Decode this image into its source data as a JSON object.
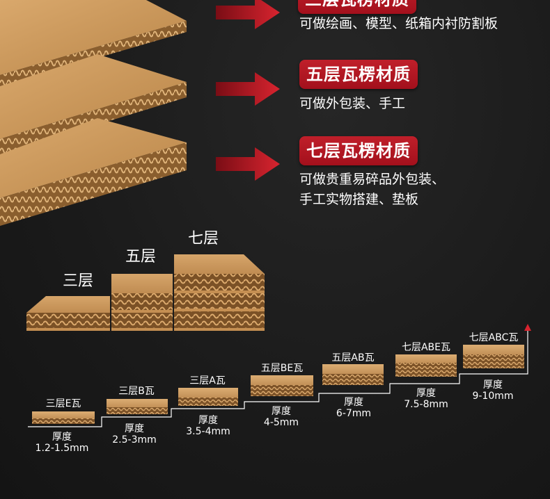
{
  "sections": [
    {
      "title": "三层瓦楞材质",
      "desc_lines": [
        "可做绘画、模型、纸箱内衬防割板"
      ]
    },
    {
      "title": "五层瓦楞材质",
      "desc_lines": [
        "可做外包装、手工"
      ]
    },
    {
      "title": "七层瓦楞材质",
      "desc_lines": [
        "可做贵重易碎品外包装、",
        "手工实物搭建、垫板"
      ]
    }
  ],
  "layers": {
    "three": "三层",
    "five": "五层",
    "seven": "七层"
  },
  "flutes": [
    {
      "name": "三层E瓦",
      "thickness_label": "厚度",
      "thickness": "1.2-1.5mm"
    },
    {
      "name": "三层B瓦",
      "thickness_label": "厚度",
      "thickness": "2.5-3mm"
    },
    {
      "name": "三层A瓦",
      "thickness_label": "厚度",
      "thickness": "3.5-4mm"
    },
    {
      "name": "五层BE瓦",
      "thickness_label": "厚度",
      "thickness": "4-5mm"
    },
    {
      "name": "五层AB瓦",
      "thickness_label": "厚度",
      "thickness": "6-7mm"
    },
    {
      "name": "七层ABE瓦",
      "thickness_label": "厚度",
      "thickness": "7.5-8mm"
    },
    {
      "name": "七层ABC瓦",
      "thickness_label": "厚度",
      "thickness": "9-10mm"
    }
  ],
  "colors": {
    "accent": "#b3141f",
    "kraft": "#c8955a",
    "background": "#1b1b1b"
  }
}
